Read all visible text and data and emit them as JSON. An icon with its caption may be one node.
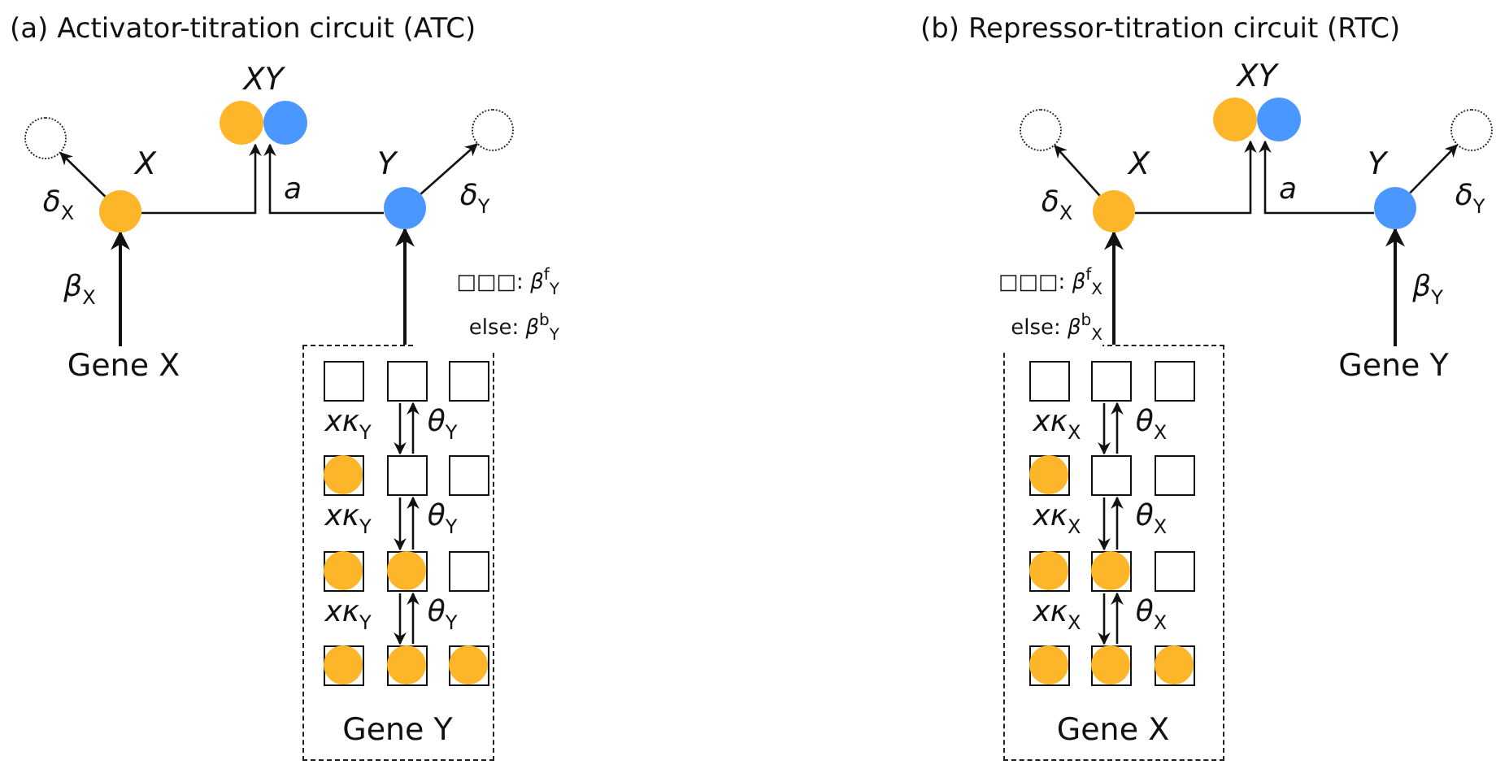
{
  "diagram": {
    "nodes": [
      {
        "text": [],
        "shape": "circle"
      },
      {
        "text": [
          "XY"
        ]
      },
      {
        "text": [],
        "shape": "circle"
      },
      {
        "text": [
          "X"
        ]
      },
      {
        "text": [
          "Y"
        ]
      },
      {
        "text": [
          "Gene X"
        ]
      },
      {
        "text": [
          "Gene Y"
        ]
      },
      {
        "text": [],
        "shape": "box",
        "in": 6
      },
      {
        "text": [],
        "shape": "box",
        "in": 6
      },
      {
        "text": [],
        "shape": "box",
        "in": 6
      },
      {
        "text": [],
        "shape": "box",
        "in": 6
      },
      {
        "text": [],
        "shape": "circle"
      },
      {
        "text": [
          "XY"
        ]
      },
      {
        "text": [],
        "shape": "circle"
      },
      {
        "text": [
          "X"
        ]
      },
      {
        "text": [
          "Y"
        ]
      },
      {
        "text": [
          "Gene X"
        ]
      },
      {
        "text": [],
        "shape": "box",
        "in": 16
      },
      {
        "text": [],
        "shape": "box",
        "in": 16
      },
      {
        "text": [],
        "shape": "box",
        "in": 16
      },
      {
        "text": [],
        "shape": "box",
        "in": 16
      },
      {
        "text": [
          "Gene Y"
        ]
      }
    ],
    "edges": [
      {
        "from": 3,
        "to": 0,
        "arrow": "to",
        "label": "*δ*$_{X}$"
      },
      {
        "from": 4,
        "to": 2,
        "arrow": "to",
        "label": "*δ*$_{Y}$"
      },
      {
        "from": 3,
        "to": 1,
        "arrow": "to"
      },
      {
        "from": 4,
        "to": 1,
        "arrow": "to",
        "label": "a"
      },
      {
        "from": 5,
        "to": 3,
        "arrow": "to",
        "label": "*β*$_{X}$"
      },
      {
        "from": 6,
        "to": 4,
        "arrow": "to",
        "label": "□□□: *β*$^{f}$$_{Y}$ else: *β*$^{b}$$_{Y}$"
      },
      {
        "from": 7,
        "to": 8,
        "arrow": "to",
        "label": "*xκ*$_{Y}$"
      },
      {
        "from": 8,
        "to": 7,
        "arrow": "to",
        "label": "*θ*$_{Y}$"
      },
      {
        "from": 8,
        "to": 9,
        "arrow": "to",
        "label": "*xκ*$_{Y}$"
      },
      {
        "from": 9,
        "to": 8,
        "arrow": "to",
        "label": "*θ*$_{Y}$"
      },
      {
        "from": 9,
        "to": 10,
        "arrow": "to",
        "label": "*xκ*$_{Y}$"
      },
      {
        "from": 10,
        "to": 9,
        "arrow": "to",
        "label": "*θ*$_{Y}$"
      },
      {
        "from": 14,
        "to": 11,
        "arrow": "to",
        "label": "*δ*$_{X}$"
      },
      {
        "from": 15,
        "to": 13,
        "arrow": "to",
        "label": "*δ*$_{Y}$"
      },
      {
        "from": 14,
        "to": 12,
        "arrow": "to"
      },
      {
        "from": 15,
        "to": 12,
        "arrow": "to",
        "label": "a"
      },
      {
        "from": 16,
        "to": 14,
        "arrow": "to",
        "label": "□□□: *β*$^{f}$$_{X}$ else: *β*$^{b}$$_{X}$"
      },
      {
        "from": 21,
        "to": 15,
        "arrow": "to",
        "label": "*β*$_{Y}$"
      },
      {
        "from": 17,
        "to": 18,
        "arrow": "to",
        "label": "*xκ*$_{X}$"
      },
      {
        "from": 18,
        "to": 17,
        "arrow": "to",
        "label": "*θ*$_{X}$"
      },
      {
        "from": 18,
        "to": 19,
        "arrow": "to",
        "label": "*xκ*$_{X}$"
      },
      {
        "from": 19,
        "to": 18,
        "arrow": "to",
        "label": "*θ*$_{X}$"
      },
      {
        "from": 19,
        "to": 20,
        "arrow": "to",
        "label": "*xκ*$_{X}$"
      },
      {
        "from": 20,
        "to": 19,
        "arrow": "to",
        "label": "*θ*$_{X}$"
      }
    ],
    "labels": [
      "(a) Activator-titration circuit (ATC)",
      "(b) Repressor-titration circuit (RTC)"
    ]
  }
}
